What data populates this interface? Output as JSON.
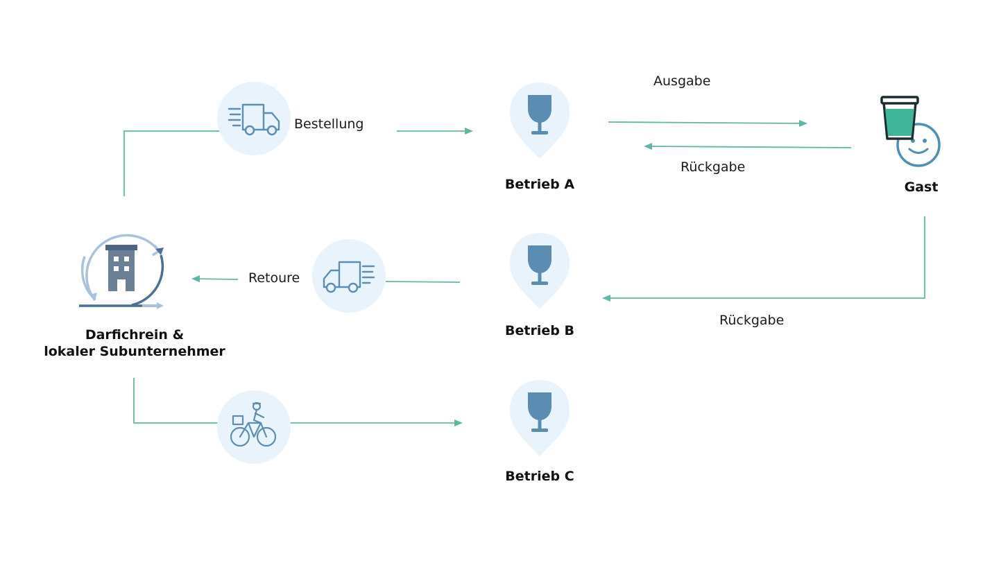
{
  "colors": {
    "arrow": "#5fb8a4",
    "circle_bg": "#e8f3fb",
    "icon_blue": "#5a8fb3",
    "pin_bg": "#e8f3fb",
    "glass": "#5b8db3",
    "building": "#6b7f95",
    "cup_fill": "#3fb69a",
    "smiley": "#4a90b8"
  },
  "nodes": {
    "hub_line1": "Darfichrein &",
    "hub_line2": "lokaler Subunternehmer",
    "betrieb_a": "Betrieb A",
    "betrieb_b": "Betrieb B",
    "betrieb_c": "Betrieb C",
    "gast": "Gast"
  },
  "edges": {
    "bestellung": "Bestellung",
    "ausgabe": "Ausgabe",
    "rueckgabe_a": "Rückgabe",
    "rueckgabe_b": "Rückgabe",
    "retoure": "Retoure"
  },
  "icons": {
    "truck_right": "delivery-truck-icon",
    "truck_left": "return-truck-icon",
    "bike": "cargo-bike-courier-icon",
    "glass": "wine-glass-pin-icon",
    "building": "office-building-icon",
    "cup_smiley": "cup-with-smiley-icon"
  }
}
